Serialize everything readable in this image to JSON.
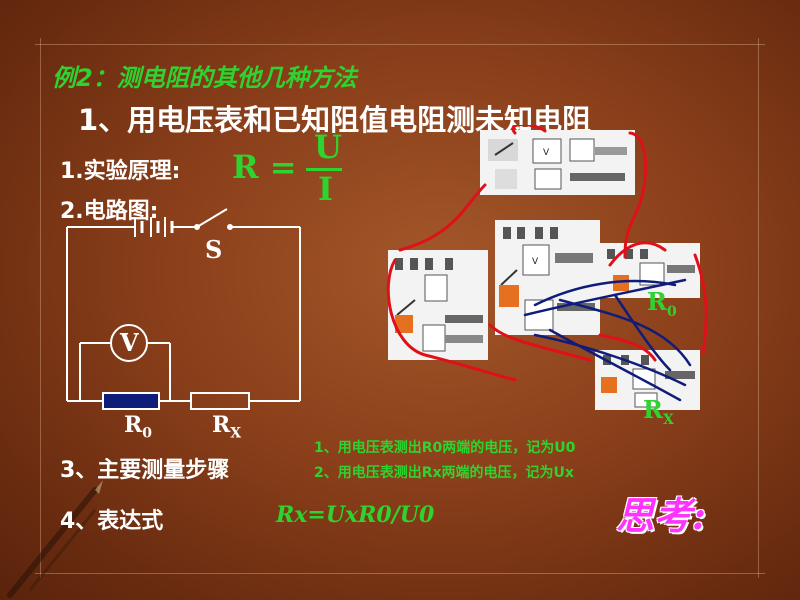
{
  "slide": {
    "subtitle": "例2：测电阻的其他几种方法",
    "heading": "1、用电压表和已知阻值电阻测未知电阻",
    "principle_label": "1.实验原理:",
    "principle_formula": {
      "lhs": "R =",
      "numerator": "U",
      "denominator": "I"
    },
    "circuit_label": "2.电路图:",
    "circuit": {
      "switch_label": "S",
      "voltmeter_label": "V",
      "r0_label": "R",
      "r0_sub": "0",
      "rx_label": "R",
      "rx_sub": "X"
    },
    "photo_labels": {
      "r0_label": "R",
      "r0_sub": "0",
      "rx_label": "R",
      "rx_sub": "X"
    },
    "steps_label": "3、主要测量步骤",
    "steps": [
      "1、用电压表测出R0两端的电压，记为U0",
      "2、用电压表测出Rx两端的电压，记为Ux"
    ],
    "expression_label": "4、表达式",
    "expression": "Rx=UxR0/U0",
    "thinking": "思考:"
  },
  "colors": {
    "green": "#2fd32f",
    "magenta": "#ff33ff",
    "wire_red": "#e0101a",
    "wire_blue": "#101c7a"
  }
}
